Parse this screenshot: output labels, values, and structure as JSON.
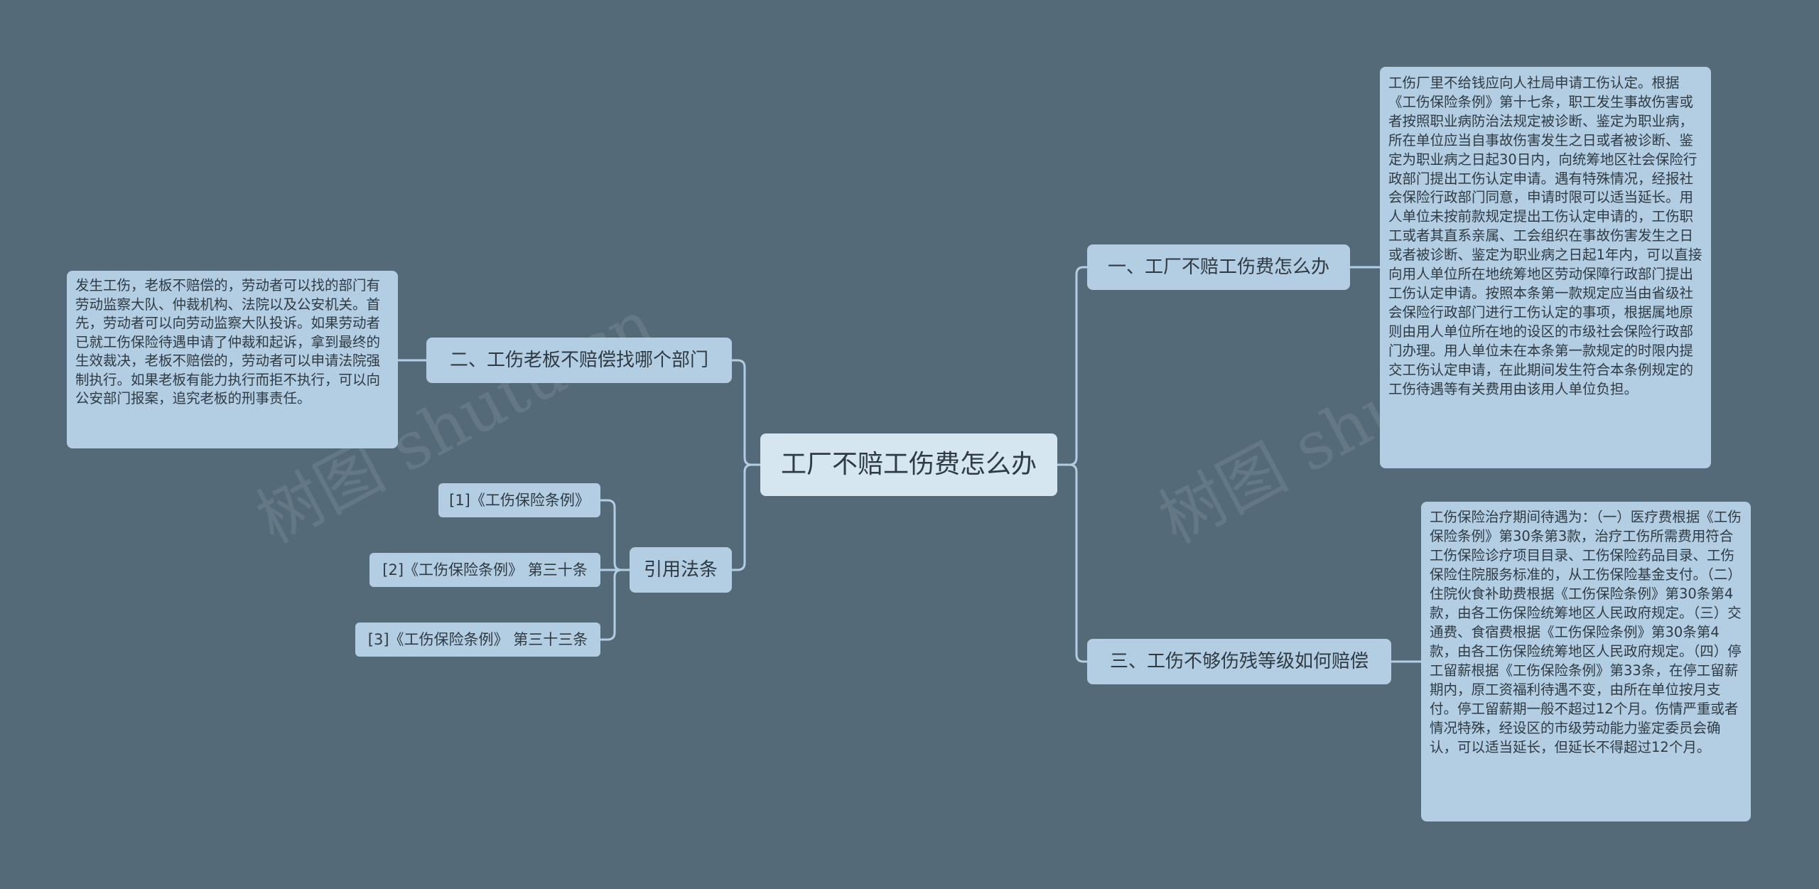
{
  "root": {
    "label": "工厂不赔工伤费怎么办"
  },
  "branches": {
    "b1": {
      "label": "一、工厂不赔工伤费怎么办",
      "detail": "工伤厂里不给钱应向人社局申请工伤认定。根据《工伤保险条例》第十七条，职工发生事故伤害或者按照职业病防治法规定被诊断、鉴定为职业病，所在单位应当自事故伤害发生之日或者被诊断、鉴定为职业病之日起30日内，向统筹地区社会保险行政部门提出工伤认定申请。遇有特殊情况，经报社会保险行政部门同意，申请时限可以适当延长。用人单位未按前款规定提出工伤认定申请的，工伤职工或者其直系亲属、工会组织在事故伤害发生之日或者被诊断、鉴定为职业病之日起1年内，可以直接向用人单位所在地统筹地区劳动保障行政部门提出工伤认定申请。按照本条第一款规定应当由省级社会保险行政部门进行工伤认定的事项，根据属地原则由用人单位所在地的设区的市级社会保险行政部门办理。用人单位未在本条第一款规定的时限内提交工伤认定申请，在此期间发生符合本条例规定的工伤待遇等有关费用由该用人单位负担。"
    },
    "b2": {
      "label": "二、工伤老板不赔偿找哪个部门",
      "detail": "发生工伤，老板不赔偿的，劳动者可以找的部门有劳动监察大队、仲裁机构、法院以及公安机关。首先，劳动者可以向劳动监察大队投诉。如果劳动者已就工伤保险待遇申请了仲裁和起诉，拿到最终的生效裁决，老板不赔偿的，劳动者可以申请法院强制执行。如果老板有能力执行而拒不执行，可以向公安部门报案，追究老板的刑事责任。"
    },
    "b3": {
      "label": "三、工伤不够伤残等级如何赔偿",
      "detail": "工伤保险治疗期间待遇为：（一）医疗费根据《工伤保险条例》第30条第3款，治疗工伤所需费用符合工伤保险诊疗项目目录、工伤保险药品目录、工伤保险住院服务标准的，从工伤保险基金支付。（二）住院伙食补助费根据《工伤保险条例》第30条第4款，由各工伤保险统筹地区人民政府规定。（三）交通费、食宿费根据《工伤保险条例》第30条第4款，由各工伤保险统筹地区人民政府规定。（四）停工留薪根据《工伤保险条例》第33条，在停工留薪期内，原工资福利待遇不变，由所在单位按月支付。停工留薪期一般不超过12个月。伤情严重或者情况特殊，经设区的市级劳动能力鉴定委员会确认，可以适当延长，但延长不得超过12个月。"
    },
    "b4": {
      "label": "引用法条",
      "refs": [
        "[1]《工伤保险条例》",
        "[2]《工伤保险条例》 第三十条",
        "[3]《工伤保险条例》 第三十三条"
      ]
    }
  },
  "watermarks": [
    "树图 shutu.cn",
    "树图 shutu.cn"
  ],
  "colors": {
    "background": "#546a78",
    "node": "#b3cde2",
    "root": "#d6e6f1",
    "line": "#b3cde2"
  }
}
